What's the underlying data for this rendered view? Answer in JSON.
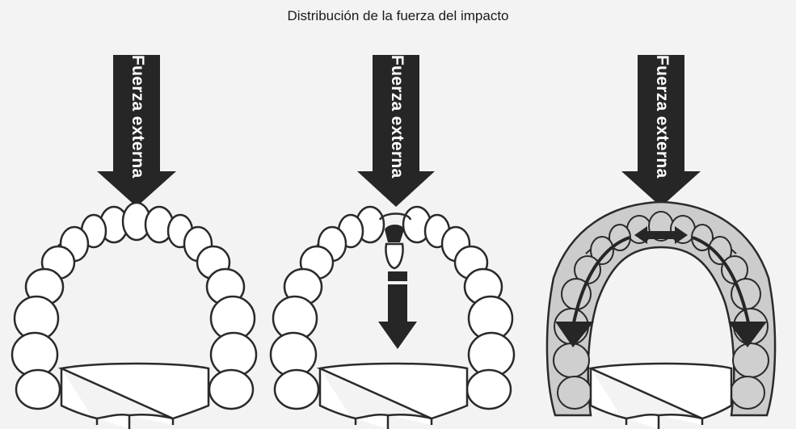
{
  "title": "Distribución de la fuerza del impacto",
  "panels": [
    {
      "id": "without-guard",
      "force_label": "Fuerza externa"
    },
    {
      "id": "tooth-displaced",
      "force_label": "Fuerza externa"
    },
    {
      "id": "with-mouthguard",
      "force_label": "Fuerza externa"
    }
  ],
  "colors": {
    "arrow": "#262626",
    "outline": "#2a2a2a",
    "tooth_fill": "#ffffff",
    "guard_fill": "#cccccc",
    "background": "#f3f3f3"
  },
  "icons": [
    "down-arrow-icon",
    "double-headed-arrow-icon",
    "curved-arrow-icon"
  ]
}
